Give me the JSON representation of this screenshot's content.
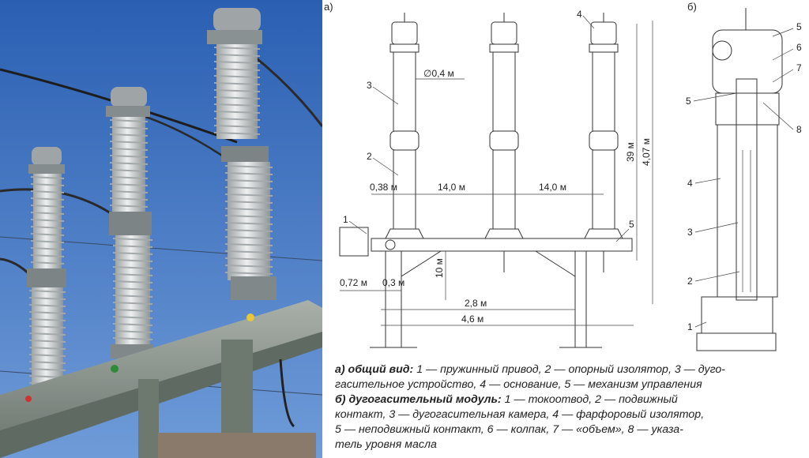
{
  "panel_a": {
    "panel_label": "а)",
    "callouts": [
      "1",
      "2",
      "3",
      "4",
      "5"
    ],
    "dims": {
      "diameter": "∅0,4 м",
      "span_left": "14,0 м",
      "span_right": "14,0 м",
      "offset": "0,38 м",
      "height_39": "39 м",
      "height_407": "4,07 м",
      "base_height": "10 м",
      "w072": "0,72 м",
      "w03": "0,3 м",
      "w28": "2,8 м",
      "w46": "4,6 м"
    }
  },
  "panel_b": {
    "panel_label": "б)",
    "callouts": [
      "5",
      "6",
      "7",
      "5",
      "8",
      "4",
      "3",
      "2",
      "1"
    ]
  },
  "caption": {
    "a_title": "а) общий вид:",
    "a_text_1": " 1 — пружинный привод, 2 — опорный изолятор, 3 — дуго-",
    "a_text_2": "гасительное устройство, 4 — основание, 5 — механизм управления",
    "b_title": "б) дугогасительный модуль:",
    "b_text_1": " 1 — токоотвод, 2 — подвижный",
    "b_text_2": "контакт, 3 — дугогасительная камера, 4 — фарфоровый изолятор,",
    "b_text_3": "5 — неподвижный контакт, 6 — колпак, 7 — «объем», 8 — указа-",
    "b_text_4": "тель уровня масла"
  },
  "colors": {
    "sky_top": "#2f66b8",
    "sky_bottom": "#6d9ad6",
    "porcelain": "#d9dcdc",
    "steel": "#8a948c"
  }
}
